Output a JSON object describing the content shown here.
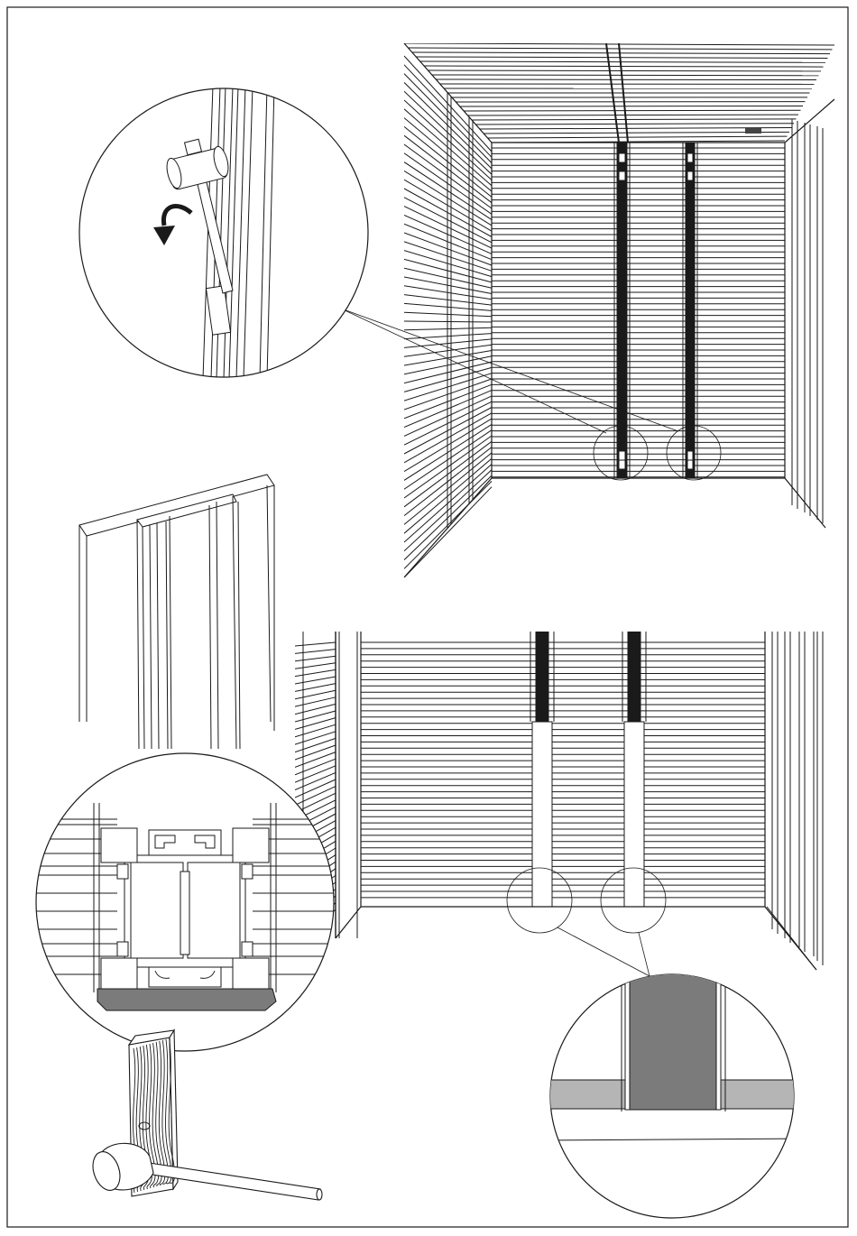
{
  "page": {
    "background": "#ffffff",
    "stroke": "#1a1a1a"
  },
  "colors": {
    "line": "#1a1a1a",
    "seal_dark": "#7b7b7b",
    "seal_light": "#b5b5b5",
    "guide_line": "#9a9a9a",
    "wood": "#f4f4f4"
  },
  "figures": [
    {
      "id": "sauna-interior-top",
      "name": "sauna-interior-top-view"
    },
    {
      "id": "detail-mallet-on-bar",
      "name": "mallet-tapping-bar-detail"
    },
    {
      "id": "corner-profile",
      "name": "corner-profile-perspective"
    },
    {
      "id": "sauna-interior-bottom",
      "name": "sauna-interior-after-cover"
    },
    {
      "id": "profile-cross-section",
      "name": "profile-cross-section-detail"
    },
    {
      "id": "seal-detail",
      "name": "floor-seal-detail"
    },
    {
      "id": "mallet-block",
      "name": "mallet-with-wood-block"
    }
  ],
  "icons": {
    "rotation_arrow": "curved-arrow-icon",
    "mallet": "mallet-icon"
  }
}
